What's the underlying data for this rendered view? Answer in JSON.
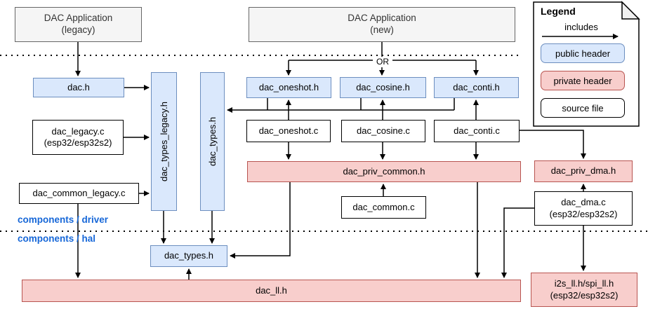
{
  "nodes": {
    "app_legacy": {
      "line1": "DAC Application",
      "line2": "(legacy)"
    },
    "app_new": {
      "line1": "DAC Application",
      "line2": "(new)"
    },
    "dac_h": "dac.h",
    "dac_legacy_c": {
      "line1": "dac_legacy.c",
      "line2": "(esp32/esp32s2)"
    },
    "dac_common_legacy_c": "dac_common_legacy.c",
    "dac_types_legacy_h": "dac_types_legacy.h",
    "dac_types_h_driver": "dac_types.h",
    "dac_oneshot_h": "dac_oneshot.h",
    "dac_cosine_h": "dac_cosine.h",
    "dac_conti_h": "dac_conti.h",
    "dac_oneshot_c": "dac_oneshot.c",
    "dac_cosine_c": "dac_cosine.c",
    "dac_conti_c": "dac_conti.c",
    "dac_priv_common_h": "dac_priv_common.h",
    "dac_common_c": "dac_common.c",
    "dac_priv_dma_h": "dac_priv_dma.h",
    "dac_dma_c": {
      "line1": "dac_dma.c",
      "line2": "(esp32/esp32s2)"
    },
    "dac_types_h_hal": "dac_types.h",
    "dac_ll_h": "dac_ll.h",
    "i2s_spi_ll": {
      "line1": "i2s_ll.h/spi_ll.h",
      "line2": "(esp32/esp32s2)"
    }
  },
  "labels": {
    "or": "OR",
    "driver_layer": "components / driver",
    "hal_layer": "components / hal"
  },
  "legend": {
    "title": "Legend",
    "arrow_label": "includes",
    "public": "public header",
    "private": "private header",
    "source": "source file"
  },
  "colors": {
    "public_header_fill": "#dae8fc",
    "public_header_border": "#6c8ebf",
    "private_header_fill": "#f8cecc",
    "private_header_border": "#b85450",
    "app_box_fill": "#f5f5f5",
    "app_box_border": "#666666",
    "layer_label_text": "#1667d8",
    "connector": "#000000"
  }
}
